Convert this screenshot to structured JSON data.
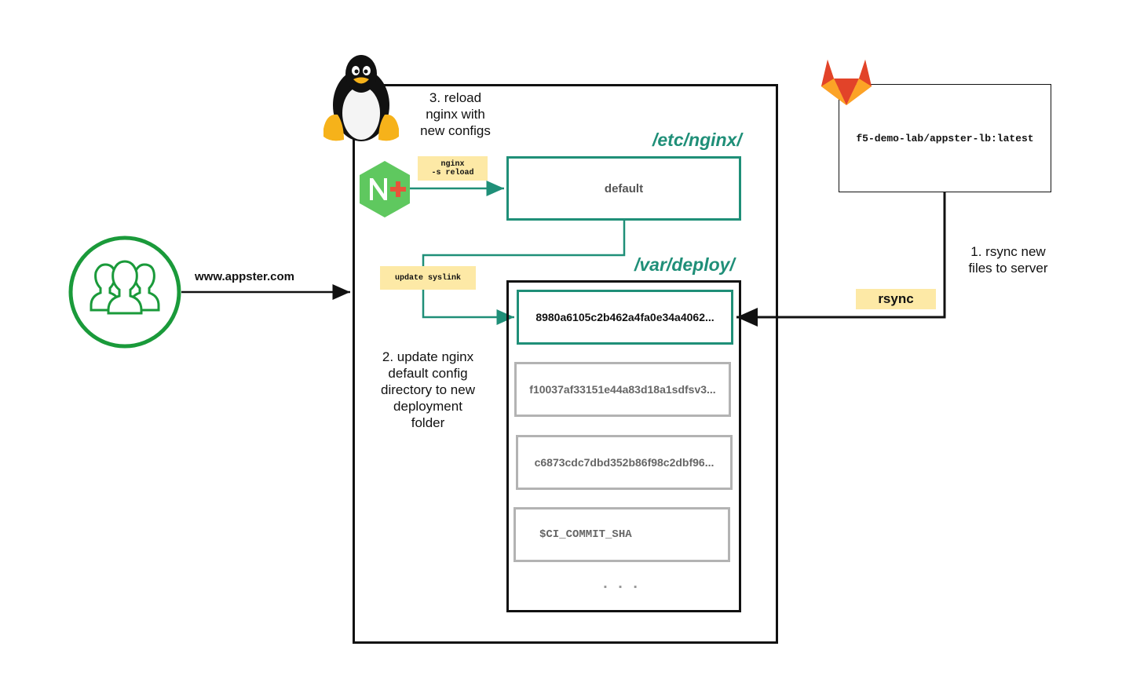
{
  "server": {
    "etc_label": "/etc/nginx/",
    "etc_default": "default",
    "deploy_label": "/var/deploy/",
    "commits": [
      "8980a6105c2b462a4fa0e34a4062...",
      "f10037af33151e44a83d18a1sdfsv3...",
      "c6873cdc7dbd352b86f98c2dbf96...",
      "$CI_COMMIT_SHA"
    ],
    "more": ". . ."
  },
  "notes": {
    "reload_cmd": "nginx\n-s reload",
    "update_syslink": "update syslink",
    "rsync": "rsync"
  },
  "captions": {
    "reload": "3. reload\nnginx with\nnew configs",
    "update": "2. update nginx\ndefault config\ndirectory to new\ndeployment\nfolder",
    "rsync": "1. rsync new\nfiles to server"
  },
  "users": {
    "url": "www.appster.com"
  },
  "image": {
    "tag": "f5-demo-lab/appster-lb:latest"
  },
  "colors": {
    "teal": "#1f8f78",
    "users_green": "#1a9a3a",
    "nginx_green": "#5fc85f",
    "nginx_plus_red": "#e8543a",
    "sticky": "#fde9a6",
    "gitlab_orange": "#fc6d26"
  },
  "icons": [
    "linux-penguin-icon",
    "nginx-plus-icon",
    "users-group-icon",
    "gitlab-logo-icon"
  ]
}
